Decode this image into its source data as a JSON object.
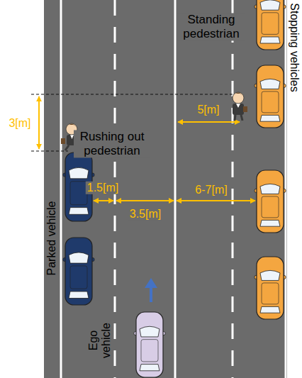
{
  "diagram": {
    "labels": [
      "Standing pedestrian",
      "Rushing out pedestrian",
      "3[m]",
      "5[m]",
      "1.5[m]",
      "3.5[m]",
      "6-7[m]",
      "Parked vehicle",
      "Ego vehicle",
      "Stopping vehicles"
    ]
  }
}
